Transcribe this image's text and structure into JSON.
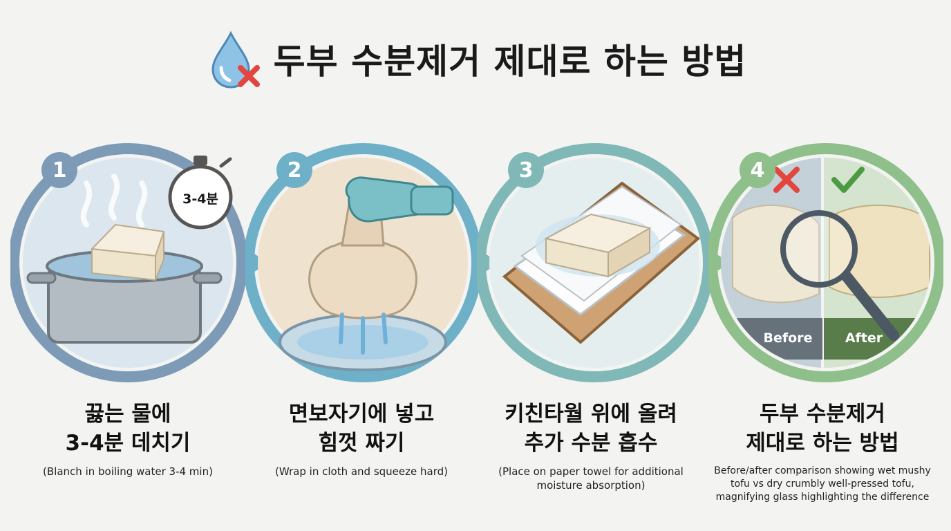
{
  "header": {
    "title": "두부 수분제거 제대로 하는 방법",
    "icon": "water-drop-cross-icon"
  },
  "steps": [
    {
      "number": "1",
      "timer_label": "3-4분",
      "title_line1": "끓는 물에",
      "title_line2": "3-4분 데치기",
      "subtitle": "(Blanch in boiling water 3-4 min)",
      "ring_color": "#7d9bb7"
    },
    {
      "number": "2",
      "title_line1": "면보자기에 넣고",
      "title_line2": "힘껏 짜기",
      "subtitle": "(Wrap in cloth and squeeze hard)",
      "ring_color": "#6fb0c9"
    },
    {
      "number": "3",
      "title_line1": "키친타월 위에 올려",
      "title_line2": "추가 수분 흡수",
      "subtitle_line1": "(Place on paper towel for additional",
      "subtitle_line2": "moisture absorption)",
      "ring_color": "#7fb8b6"
    },
    {
      "number": "4",
      "before_label": "Before",
      "after_label": "After",
      "title_line1": "두부 수분제거",
      "title_line2": "제대로 하는 방법",
      "subtitle_line1": "Before/after comparison showing wet mushy",
      "subtitle_line2": "tofu vs dry crumbly well-pressed tofu,",
      "subtitle_line3": "magnifying glass highlighting the difference",
      "ring_color": "#8fbf8a"
    }
  ]
}
